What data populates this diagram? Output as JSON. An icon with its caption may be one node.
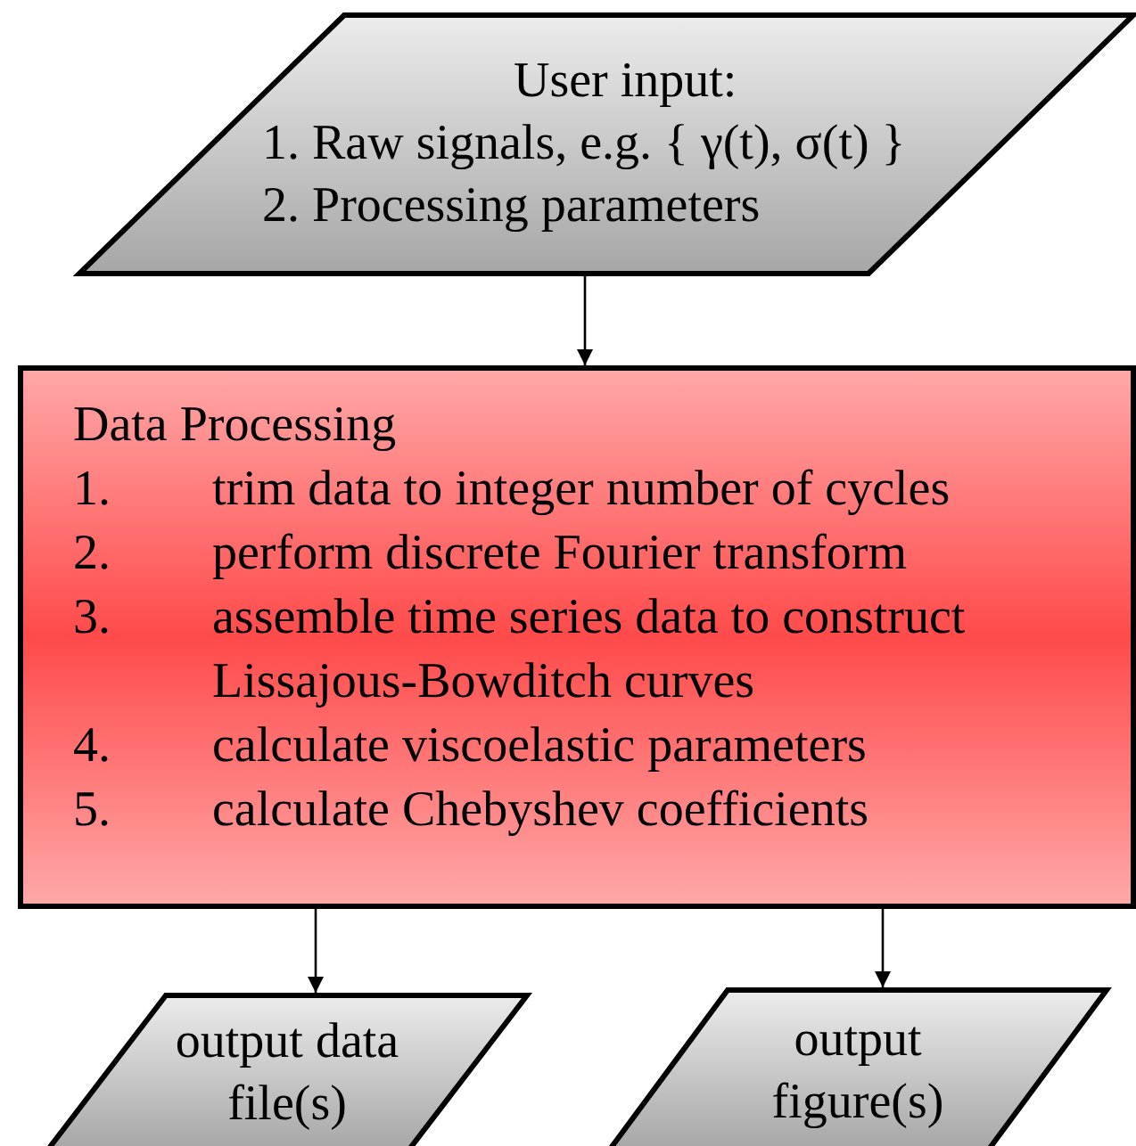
{
  "diagram": {
    "nodes": [
      {
        "text": [
          "User input:",
          "1. Raw signals, e.g. { γ(t), σ(t) }",
          "2. Processing parameters"
        ]
      },
      {
        "text": [
          "Data Processing",
          "1. trim data to integer number of cycles",
          "2. perform discrete Fourier transform",
          "3. assemble time series data to construct Lissajous-Bowditch curves",
          "4. calculate viscoelastic parameters",
          "5. calculate Chebyshev coefficients"
        ]
      },
      {
        "text": [
          "output data file(s)"
        ]
      },
      {
        "text": [
          "output figure(s)"
        ]
      }
    ],
    "edges": [
      {
        "from": 0,
        "to": 1,
        "arrow": "to"
      },
      {
        "from": 1,
        "to": 2,
        "arrow": "to"
      },
      {
        "from": 1,
        "to": 3,
        "arrow": "to"
      }
    ]
  }
}
